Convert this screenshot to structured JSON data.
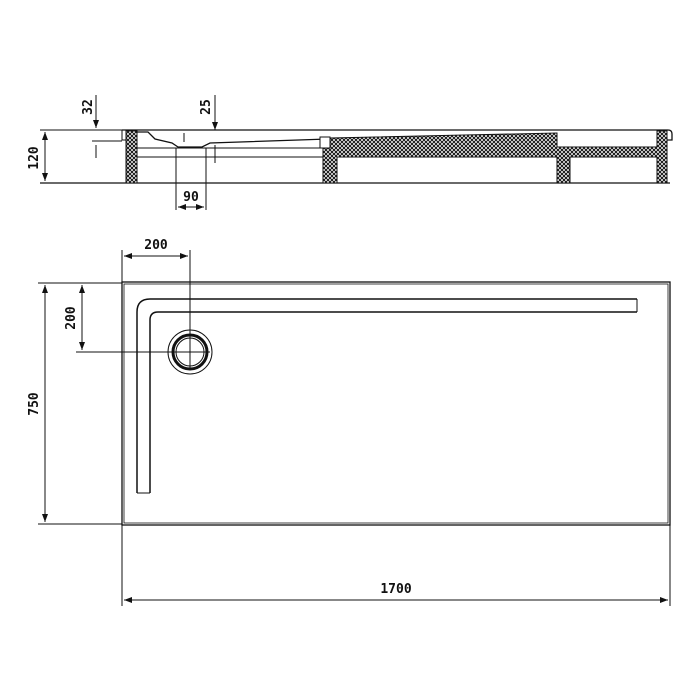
{
  "colors": {
    "line": "#111111",
    "background": "#ffffff"
  },
  "section_view": {
    "dims": {
      "height": "120",
      "rim_depth": "32",
      "drain_depth": "25",
      "drain_width": "90"
    }
  },
  "plan_view": {
    "dims": {
      "width": "1700",
      "depth": "750",
      "drain_offset_x": "200",
      "drain_offset_y": "200"
    }
  }
}
